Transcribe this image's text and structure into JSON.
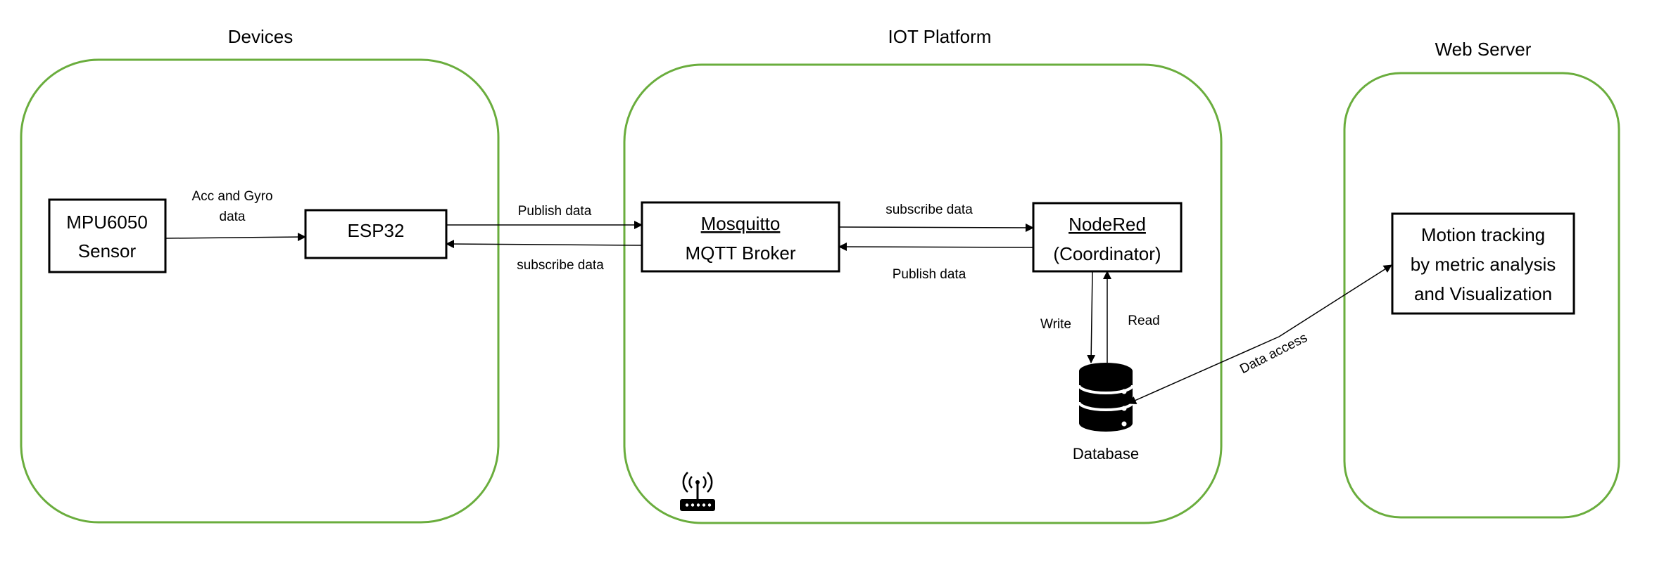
{
  "groups": {
    "devices": {
      "title": "Devices"
    },
    "iot": {
      "title": "IOT Platform"
    },
    "web": {
      "title": "Web Server"
    }
  },
  "nodes": {
    "mpu": {
      "line1": "MPU6050",
      "line2": "Sensor"
    },
    "esp": {
      "label": "ESP32"
    },
    "mosquitto": {
      "line1": "Mosquitto",
      "line2": "MQTT Broker"
    },
    "nodered": {
      "line1": "NodeRed",
      "line2": "(Coordinator)"
    },
    "database": {
      "label": "Database",
      "icon": "database-icon"
    },
    "motion": {
      "line1": "Motion tracking",
      "line2": "by metric analysis",
      "line3": "and Visualization"
    },
    "router": {
      "icon": "wifi-router-icon"
    }
  },
  "edges": {
    "mpu_esp": {
      "line1": "Acc and Gyro",
      "line2": "data"
    },
    "esp_mqtt": {
      "label": "Publish data"
    },
    "mqtt_esp": {
      "label": "subscribe data"
    },
    "mqtt_nodered": {
      "label": "subscribe data"
    },
    "nodered_mqtt": {
      "label": "Publish data"
    },
    "nodered_db": {
      "label": "Write"
    },
    "db_nodered": {
      "label": "Read"
    },
    "db_web": {
      "label": "Data access"
    }
  },
  "colors": {
    "group_border": "#6aad3d",
    "box_border": "#000000",
    "spellcheck_underline": "#d02020"
  }
}
